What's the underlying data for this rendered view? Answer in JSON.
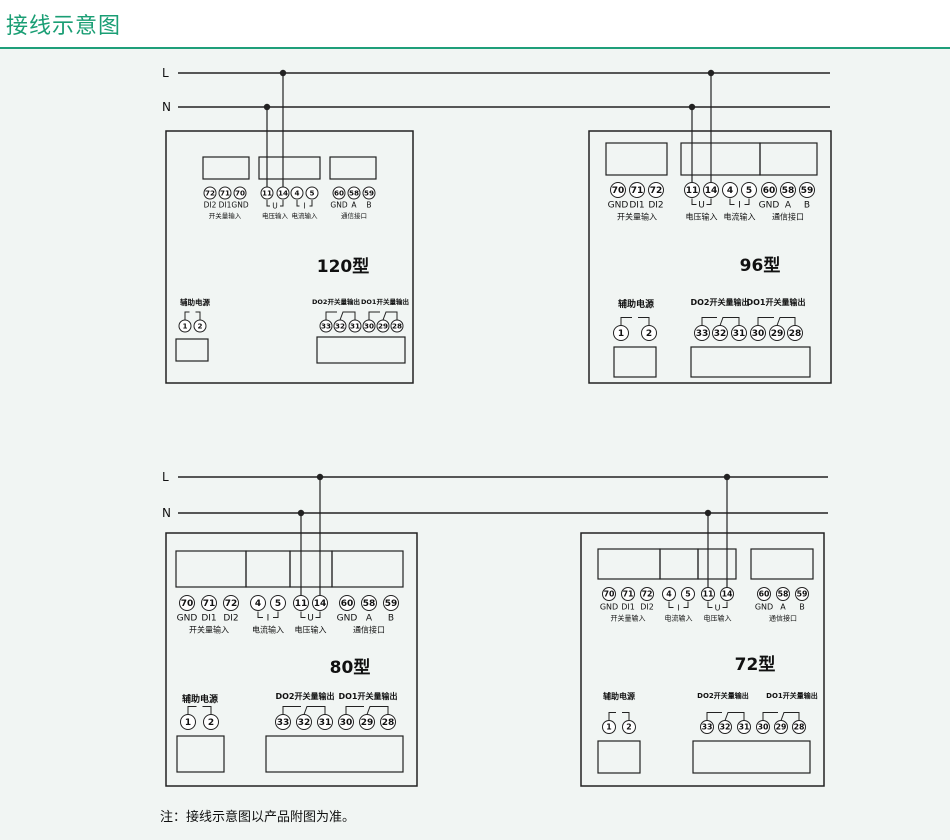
{
  "title": "接线示意图",
  "note": "注：接线示意图以产品附图为准。",
  "colors": {
    "accent": "#1a9e74",
    "line": "#222222"
  },
  "line_labels": {
    "L": "L",
    "N": "N"
  },
  "aux_label": "辅助电源",
  "aux_terminals": [
    "1",
    "2"
  ],
  "do_labels": {
    "do2": "DO2开关量输出",
    "do1": "DO1开关量输出"
  },
  "do_terminals": [
    "33",
    "32",
    "31",
    "30",
    "29",
    "28"
  ],
  "models": {
    "m120": {
      "name": "120型",
      "switch_terms": [
        "72",
        "71",
        "70"
      ],
      "switch_caption": [
        "DI2",
        "DI1",
        "GND"
      ],
      "switch_label": "开关量输入",
      "volt_terms": [
        "11",
        "14"
      ],
      "volt_letter": "U",
      "volt_label": "电压输入",
      "curr_terms": [
        "4",
        "5"
      ],
      "curr_letter": "I",
      "curr_label": "电流输入",
      "comm_terms": [
        "60",
        "58",
        "59"
      ],
      "comm_caption": [
        "GND",
        "A",
        "B"
      ],
      "comm_label": "通信接口"
    },
    "m96": {
      "name": "96型",
      "switch_terms": [
        "70",
        "71",
        "72"
      ],
      "switch_caption": [
        "GND",
        "DI1",
        "DI2"
      ],
      "switch_label": "开关量输入",
      "volt_terms": [
        "11",
        "14"
      ],
      "volt_letter": "U",
      "volt_label": "电压输入",
      "curr_terms": [
        "4",
        "5"
      ],
      "curr_letter": "I",
      "curr_label": "电流输入",
      "comm_terms": [
        "60",
        "58",
        "59"
      ],
      "comm_caption": [
        "GND",
        "A",
        "B"
      ],
      "comm_label": "通信接口"
    },
    "m80": {
      "name": "80型",
      "switch_terms": [
        "70",
        "71",
        "72"
      ],
      "switch_caption": [
        "GND",
        "DI1",
        "DI2"
      ],
      "switch_label": "开关量输入",
      "curr_terms": [
        "4",
        "5"
      ],
      "curr_letter": "I",
      "curr_label": "电流输入",
      "volt_terms": [
        "11",
        "14"
      ],
      "volt_letter": "U",
      "volt_label": "电压输入",
      "comm_terms": [
        "60",
        "58",
        "59"
      ],
      "comm_caption": [
        "GND",
        "A",
        "B"
      ],
      "comm_label": "通信接口"
    },
    "m72": {
      "name": "72型",
      "switch_terms": [
        "70",
        "71",
        "72"
      ],
      "switch_caption": [
        "GND",
        "DI1",
        "DI2"
      ],
      "switch_label": "开关量输入",
      "curr_terms": [
        "4",
        "5"
      ],
      "curr_letter": "I",
      "curr_label": "电流输入",
      "volt_terms": [
        "11",
        "14"
      ],
      "volt_letter": "U",
      "volt_label": "电压输入",
      "comm_terms": [
        "60",
        "58",
        "59"
      ],
      "comm_caption": [
        "GND",
        "A",
        "B"
      ],
      "comm_label": "通信接口"
    }
  }
}
